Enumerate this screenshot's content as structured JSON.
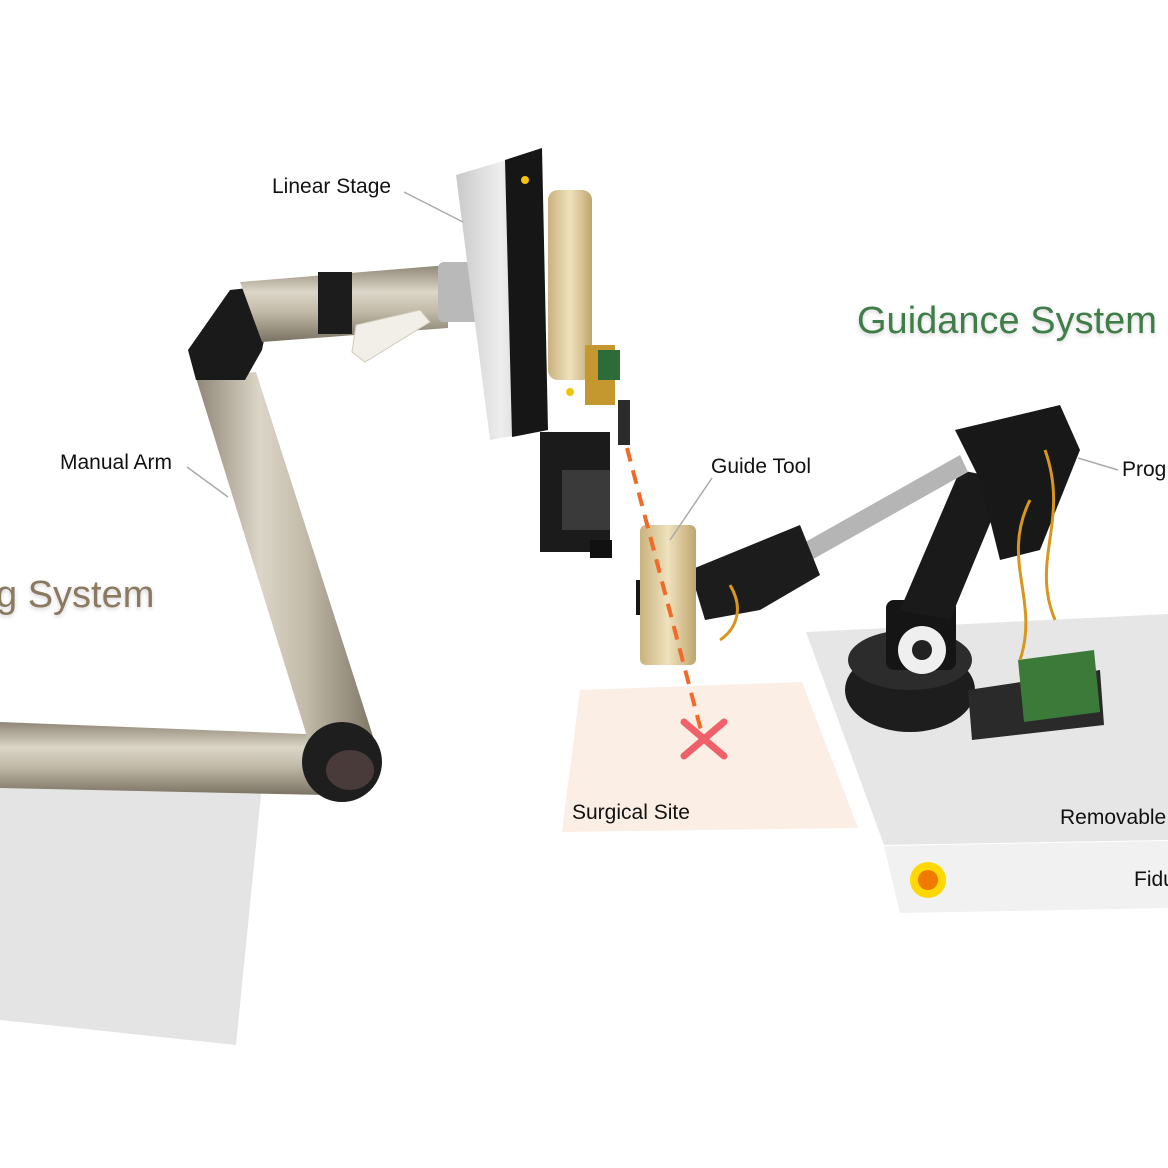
{
  "titles": {
    "left_system": "g System",
    "guidance_system": "Guidance System"
  },
  "labels": {
    "linear_stage": "Linear Stage",
    "manual_arm": "Manual Arm",
    "guide_tool": "Guide Tool",
    "programmable_arm": "Prog",
    "surgical_site": "Surgical Site",
    "removable": "Removable",
    "fiducial": "Fidu"
  },
  "colors": {
    "guidance_title": "#3f7d49",
    "left_title": "#8a7a62",
    "trajectory": "#f06a2a",
    "target_mark": "#f0606a",
    "surgical_site": "#fbeee4",
    "platform": "#e4e4e4",
    "fiducial_outer": "#ffd800",
    "fiducial_inner": "#f07a00"
  },
  "icons": {
    "target": "cross-mark-icon",
    "fiducial": "fiducial-dot-icon"
  }
}
